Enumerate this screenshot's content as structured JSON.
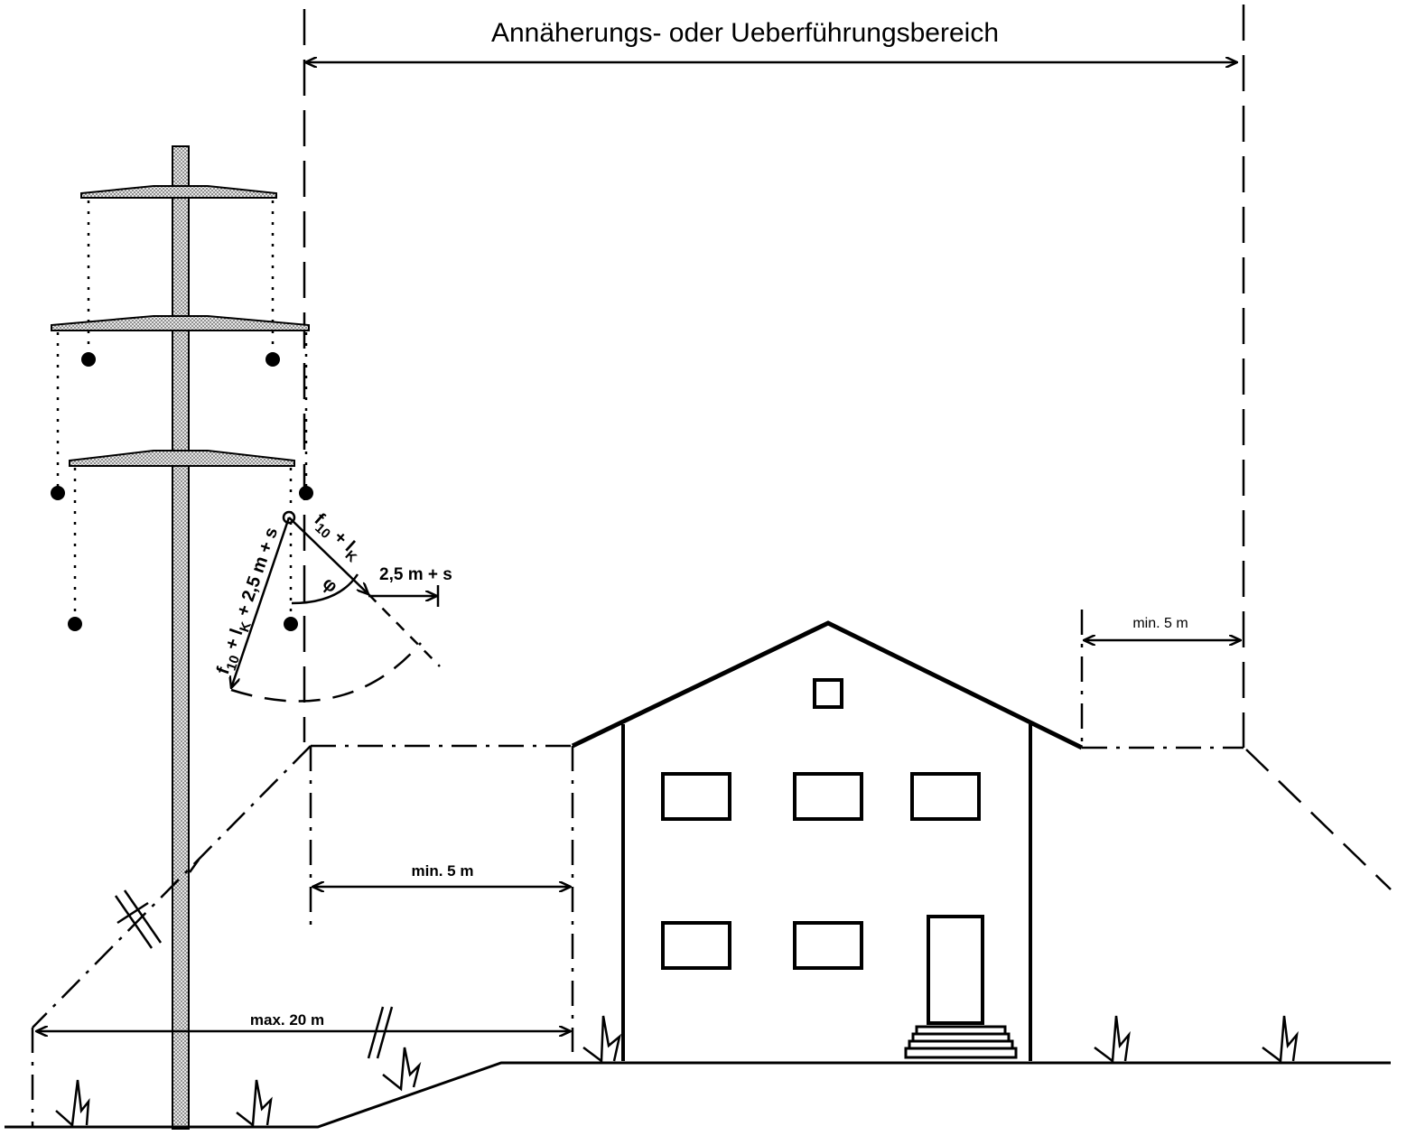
{
  "title": "Annäherungs- oder Ueberführungsbereich",
  "dimensions": {
    "min_distance_left": "min. 5 m",
    "min_distance_right": "min. 5 m",
    "max_distance": "max. 20 m"
  },
  "formulas": {
    "sag_long": "f",
    "sag_long_sub": "10",
    "sag_long_rest": " + l",
    "sag_long_sub2": "K",
    "sag_long_tail": " + 2,5 m + s",
    "sag_short": "f",
    "sag_short_sub": "10",
    "sag_short_rest": " + l",
    "sag_short_sub2": "K",
    "clearance": "2,5 m + s",
    "angle": "φ"
  },
  "colors": {
    "ink": "#000000",
    "background": "#ffffff",
    "mast_fill": "#cfcfcf"
  }
}
